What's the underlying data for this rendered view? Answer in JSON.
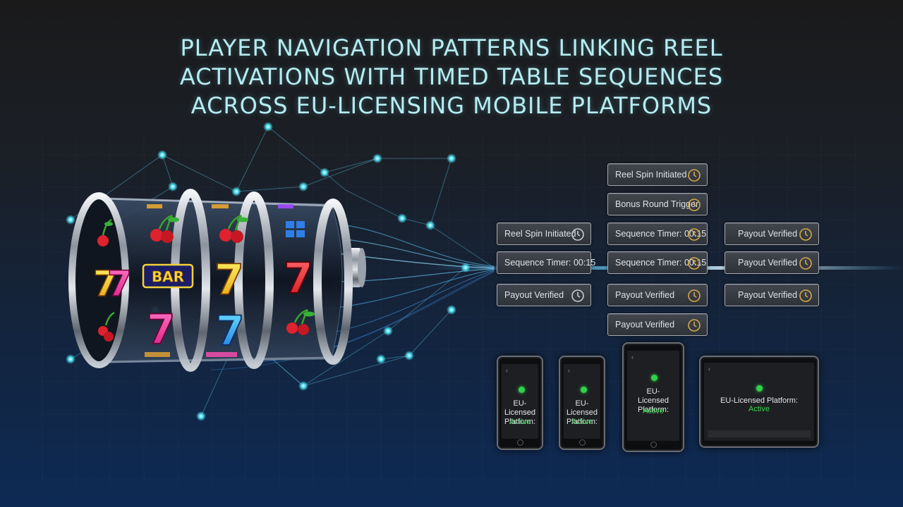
{
  "title_lines": [
    "PLAYER NAVIGATION PATTERNS LINKING REEL",
    "ACTIVATIONS WITH TIMED TABLE SEQUENCES",
    "ACROSS EU-LICENSING MOBILE PLATFORMS"
  ],
  "slot_machine": {
    "reel_symbols": [
      "7",
      "BAR",
      "7",
      "7",
      "7",
      "7",
      "7"
    ],
    "icons": [
      "cherry-icon",
      "seven-icon",
      "bar-icon",
      "windows-icon"
    ]
  },
  "timeline_cards": {
    "col1": [
      "Reel Spin Initiated",
      "Sequence Timer: 00:15",
      "Payout Verified"
    ],
    "col2": [
      "Reel Spin Initiated",
      "Bonus Round Trigger",
      "Sequence Timer: 00:15",
      "Sequence Timer: 00:15",
      "Payout Verified",
      "Payout Verified"
    ],
    "col3": [
      "Payout Verified",
      "Payout Verified",
      "Payout Verified"
    ]
  },
  "devices": [
    {
      "platform": "EU-Licensed Platform:",
      "status": "Active"
    },
    {
      "platform": "EU-Licensed Platform:",
      "status": "Active"
    },
    {
      "platform": "EU-Licensed Platform:",
      "status": "Active"
    },
    {
      "platform": "EU-Licensed Platform:",
      "status": "Active"
    }
  ],
  "colors": {
    "title": "#b5ecf1",
    "status_active": "#36d650",
    "network_glow": "#3fd8f0",
    "clock": "#d2a94a"
  }
}
